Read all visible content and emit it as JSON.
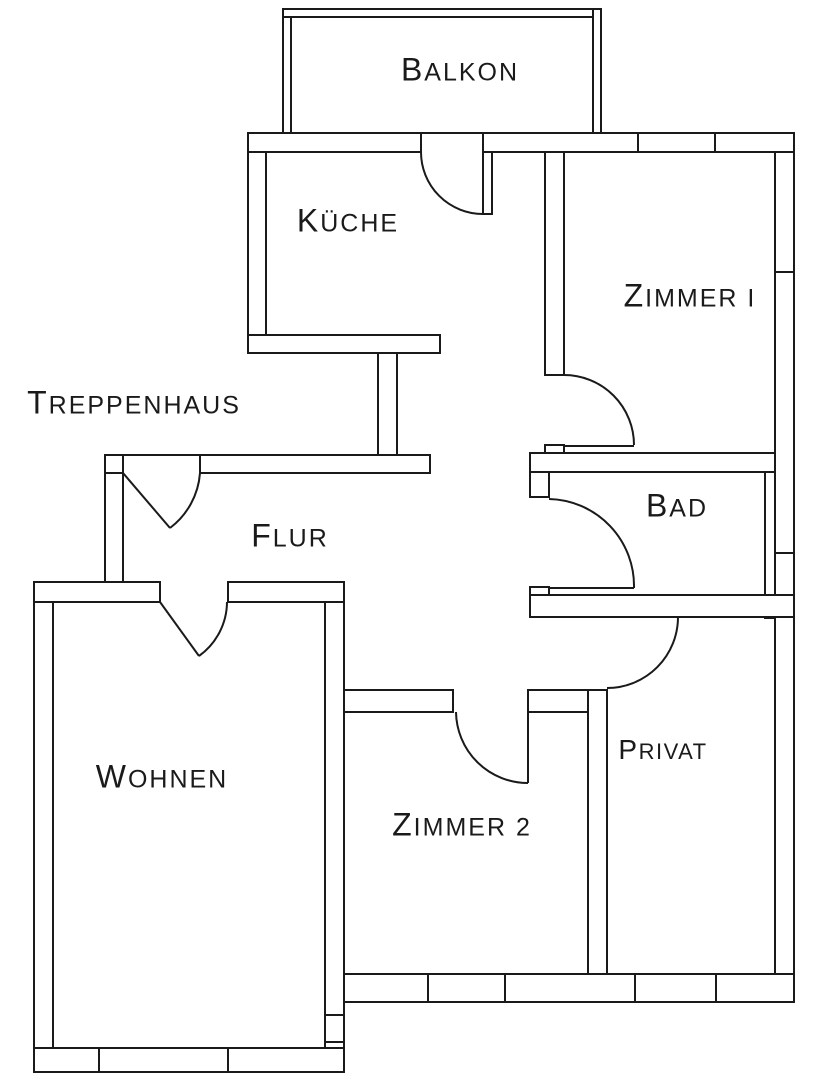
{
  "page": {
    "background": "#ffffff",
    "line_color": "#1a1a1a"
  },
  "rooms": {
    "balkon": {
      "label": "Balkon"
    },
    "kueche": {
      "label": "Küche"
    },
    "zimmer1": {
      "label": "Zimmer I"
    },
    "treppenhaus": {
      "label": "Treppenhaus"
    },
    "flur": {
      "label": "Flur"
    },
    "bad": {
      "label": "Bad"
    },
    "wohnen": {
      "label": "Wohnen"
    },
    "zimmer2": {
      "label": "Zimmer 2"
    },
    "privat": {
      "label": "Privat"
    }
  }
}
